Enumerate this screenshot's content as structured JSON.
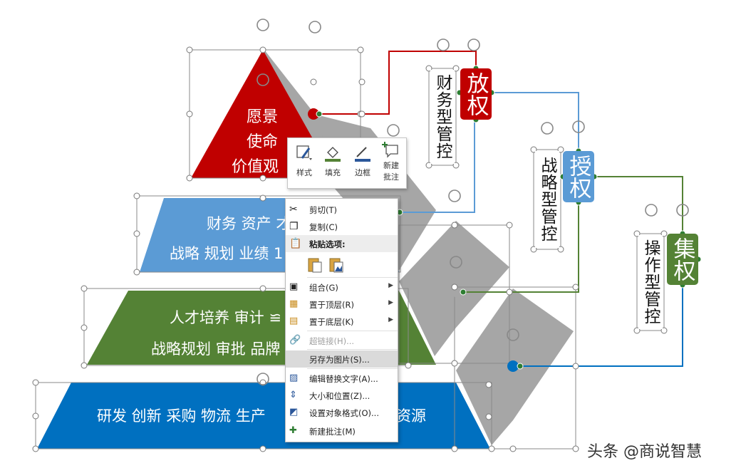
{
  "pyramid": {
    "tier1": {
      "lines": [
        "愿景",
        "使命",
        "价值观"
      ],
      "color": "#c00000"
    },
    "tier2": {
      "line1": "财务 资产 才",
      "line2": "战略 规划 业绩 1",
      "color": "#5b9bd5"
    },
    "tier3": {
      "line1": "人才培养 审计 ≌",
      "line2": "战略规划 审批 品牌",
      "color": "#548235"
    },
    "tier4": {
      "line1": "研发 创新 采购 物流 生产",
      "line1_tail": "资源",
      "color": "#0070c0"
    }
  },
  "models": [
    {
      "vertical_label": "财务型管控",
      "badge": "放权",
      "badge_color": "#c00000"
    },
    {
      "vertical_label": "战略型管控",
      "badge": "授权",
      "badge_color": "#5b9bd5"
    },
    {
      "vertical_label": "操作型管控",
      "badge": "集权",
      "badge_color": "#548235"
    }
  ],
  "mini_toolbar": {
    "style_label": "样式",
    "fill_label": "填充",
    "border_label": "边框",
    "new_comment_line1": "新建",
    "new_comment_line2": "批注"
  },
  "context_menu": {
    "cut": "剪切(T)",
    "copy": "复制(C)",
    "paste_options": "粘贴选项:",
    "group": "组合(G)",
    "bring_to_front": "置于顶层(R)",
    "send_to_back": "置于底层(K)",
    "hyperlink": "超链接(H)...",
    "save_as_picture": "另存为图片(S)...",
    "edit_alt_text": "编辑替换文字(A)...",
    "size_position": "大小和位置(Z)...",
    "format_object": "设置对象格式(O)...",
    "new_comment": "新建批注(M)"
  },
  "watermark": "头条 @商说智慧",
  "colors": {
    "red": "#c00000",
    "blue_light": "#5b9bd5",
    "green": "#548235",
    "blue_dark": "#0070c0",
    "gray": "#a6a6a6"
  }
}
